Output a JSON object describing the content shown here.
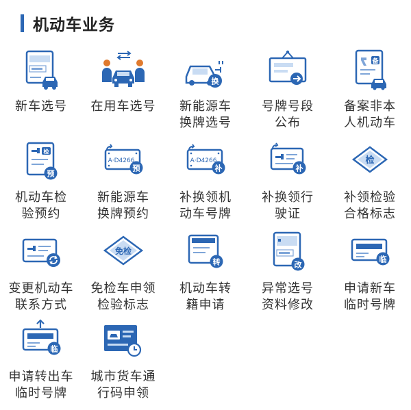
{
  "header": {
    "title": "机动车业务"
  },
  "services": [
    {
      "label": "新车选号",
      "icon": "new-car-plate-icon"
    },
    {
      "label": "在用车选号",
      "icon": "car-in-use-plate-icon"
    },
    {
      "label": "新能源车\n换牌选号",
      "icon": "ev-plate-change-icon"
    },
    {
      "label": "号牌号段\n公布",
      "icon": "plate-number-notice-icon"
    },
    {
      "label": "备案非本\n人机动车",
      "icon": "vehicle-filing-icon"
    },
    {
      "label": "机动车检\n验预约",
      "icon": "inspection-booking-icon"
    },
    {
      "label": "新能源车\n换牌预约",
      "icon": "ev-plate-booking-icon"
    },
    {
      "label": "补换领机\n动车号牌",
      "icon": "plate-replace-icon"
    },
    {
      "label": "补换领行\n驶证",
      "icon": "license-replace-icon"
    },
    {
      "label": "补领检验\n合格标志",
      "icon": "inspection-mark-icon"
    },
    {
      "label": "变更机动车\n联系方式",
      "icon": "contact-change-icon"
    },
    {
      "label": "免检车申领\n检验标志",
      "icon": "exempt-mark-icon"
    },
    {
      "label": "机动车转\n籍申请",
      "icon": "registration-transfer-icon"
    },
    {
      "label": "异常选号\n资料修改",
      "icon": "abnormal-plate-edit-icon"
    },
    {
      "label": "申请新车\n临时号牌",
      "icon": "new-car-temp-plate-icon"
    },
    {
      "label": "申请转出车\n临时号牌",
      "icon": "transfer-temp-plate-icon"
    },
    {
      "label": "城市货车通\n行码申领",
      "icon": "truck-pass-code-icon"
    }
  ]
}
